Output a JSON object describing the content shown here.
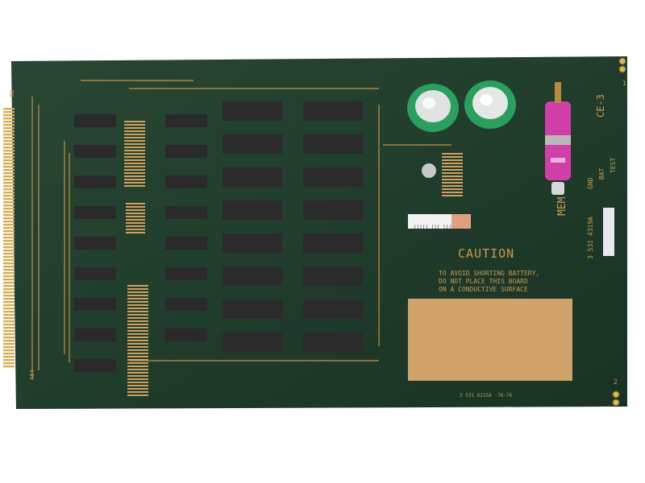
{
  "board": {
    "caution_title": "CAUTION",
    "caution_lines": [
      "TO AVOID SHORTING BATTERY,",
      "DO NOT PLACE THIS BOARD",
      "ON A CONDUCTIVE SURFACE"
    ],
    "mem_label": "MEM",
    "part_number": "3 531 4319A",
    "battery_labels": {
      "gnd": "GND",
      "bat": "BAT",
      "test": "TEST"
    },
    "ce_mark": "CE-3",
    "corner_1": "1",
    "corner_2": "2",
    "board_code": "3 531 6215A -76-76",
    "tab_label": "BG",
    "tab_label_2": "A84",
    "barcode_text": "||||| ||| |||"
  },
  "colors": {
    "pcb": "#1e3b2a",
    "gold": "#c7a052",
    "chip": "#2a2a2a",
    "capacitor": "#2c9e5e",
    "battery": "#d040a8",
    "pad": "#d9b55a"
  }
}
